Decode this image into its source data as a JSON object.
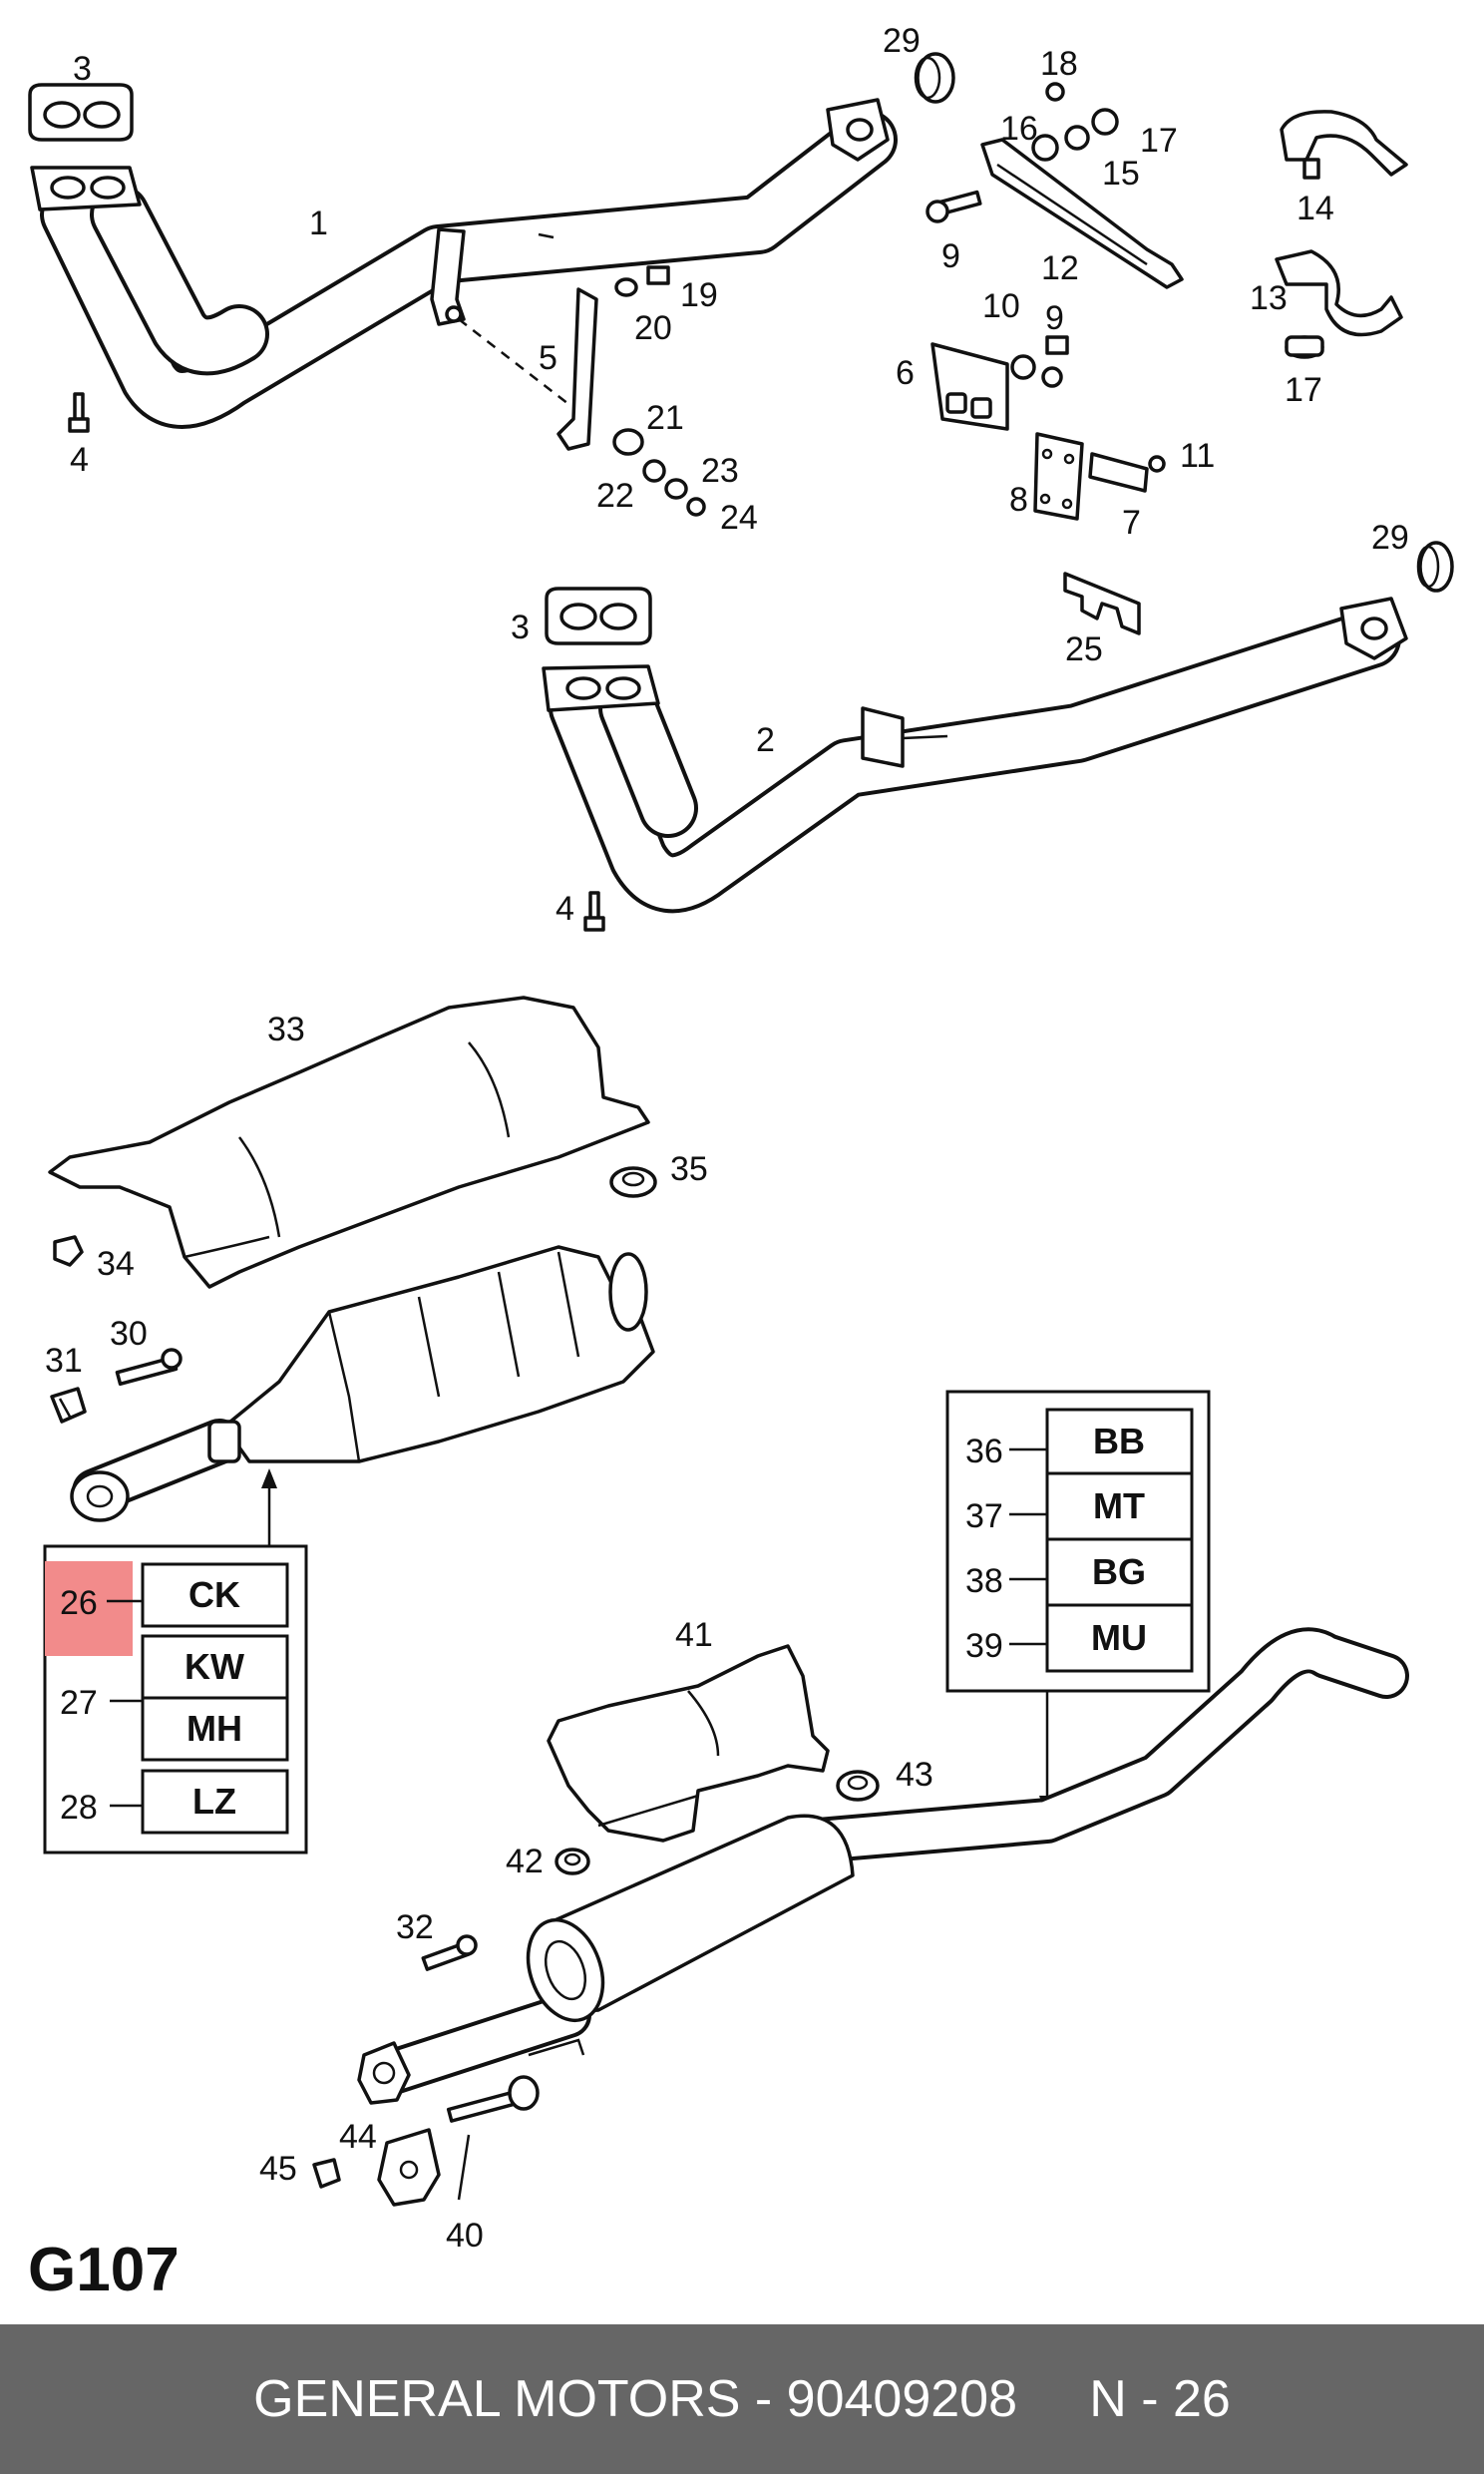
{
  "page_code": "G107",
  "footer": "GENERAL MOTORS - 90409208     N - 26",
  "highlight_color": "#f28b8b",
  "part_numbers": {
    "p1": "1",
    "p2": "2",
    "p3a": "3",
    "p3b": "3",
    "p4a": "4",
    "p4b": "4",
    "p5": "5",
    "p6": "6",
    "p7": "7",
    "p8": "8",
    "p9a": "9",
    "p9b": "9",
    "p10": "10",
    "p11": "11",
    "p12": "12",
    "p13": "13",
    "p14": "14",
    "p15": "15",
    "p16": "16",
    "p17a": "17",
    "p17b": "17",
    "p18": "18",
    "p19": "19",
    "p20": "20",
    "p21": "21",
    "p22": "22",
    "p23": "23",
    "p24": "24",
    "p25": "25",
    "p29a": "29",
    "p29b": "29",
    "p30": "30",
    "p31": "31",
    "p32": "32",
    "p33": "33",
    "p34": "34",
    "p35": "35",
    "p40": "40",
    "p41": "41",
    "p42": "42",
    "p43": "43",
    "p44": "44",
    "p45": "45"
  },
  "left_table": [
    {
      "num": "26",
      "code": "CK",
      "highlighted": true
    },
    {
      "num": "27",
      "code": "KW"
    },
    {
      "num": "",
      "code": "MH"
    },
    {
      "num": "28",
      "code": "LZ"
    }
  ],
  "right_table": [
    {
      "num": "36",
      "code": "BB"
    },
    {
      "num": "37",
      "code": "MT"
    },
    {
      "num": "38",
      "code": "BG"
    },
    {
      "num": "39",
      "code": "MU"
    }
  ]
}
